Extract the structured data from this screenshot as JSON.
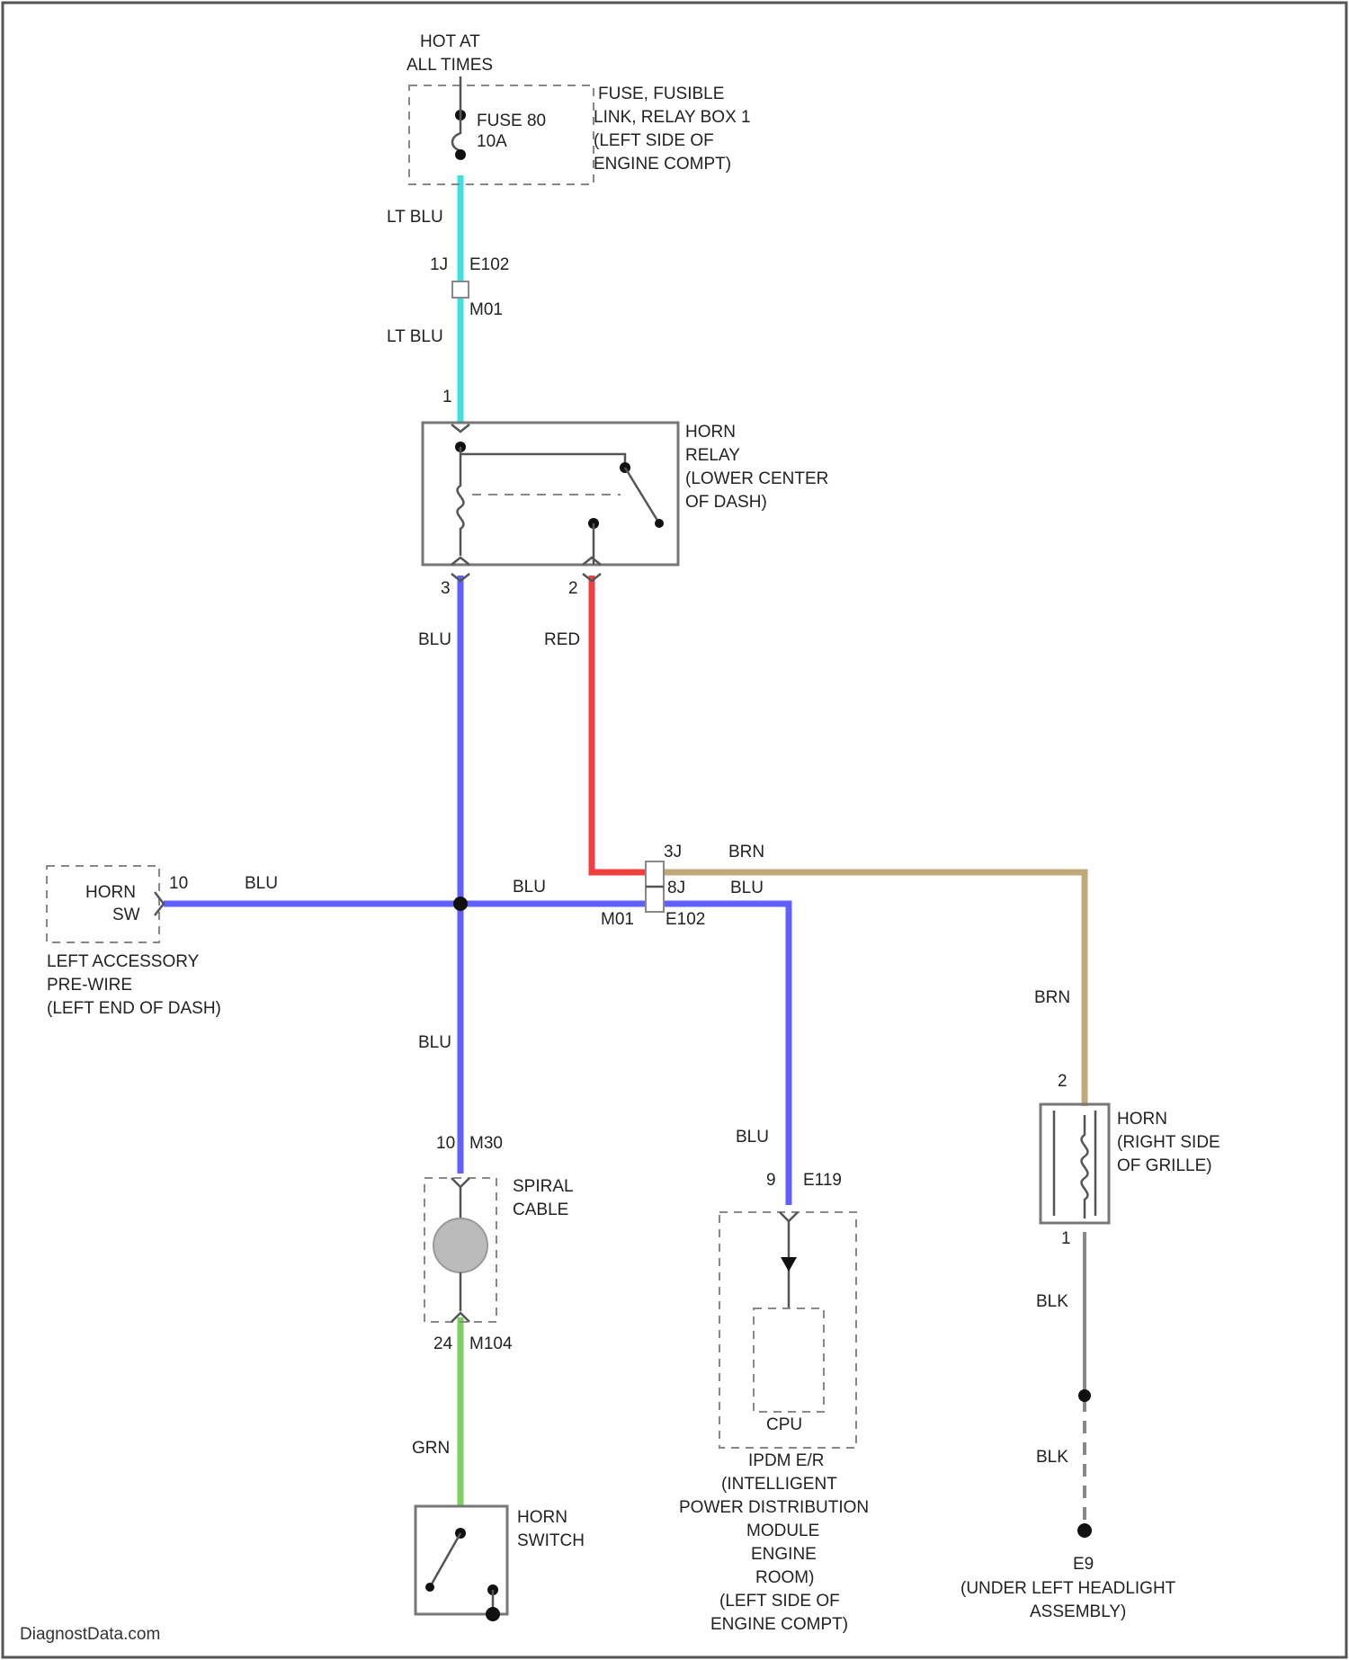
{
  "colors": {
    "lt_blu": "#3fe0e0",
    "blu": "#6060ff",
    "red": "#f04040",
    "brn": "#c0a878",
    "grn": "#80d060",
    "blk": "#888888"
  },
  "top": {
    "line1": "HOT AT",
    "line2": "ALL TIMES"
  },
  "fuse": {
    "name": "FUSE 80",
    "rating": "10A"
  },
  "fuse_box": {
    "line1": "FUSE, FUSIBLE",
    "line2": "LINK, RELAY BOX 1",
    "line3": "(LEFT SIDE OF",
    "line4": "ENGINE COMPT)"
  },
  "wires": {
    "lt_blu_upper": "LT BLU",
    "lt_blu_lower": "LT BLU",
    "blu_relay": "BLU",
    "red_relay": "RED",
    "blu_horn_sw": "BLU",
    "blu_right": "BLU",
    "blu_down": "BLU",
    "blu_ipdm": "BLU",
    "blu_e102": "BLU",
    "brn_top": "BRN",
    "brn_right": "BRN",
    "grn": "GRN",
    "blk_upper": "BLK",
    "blk_lower": "BLK"
  },
  "connectors": {
    "e102_top_pin": "1J",
    "e102_top_name": "E102",
    "m01_top": "M01",
    "relay_pin1": "1",
    "relay_pin3": "3",
    "relay_pin2": "2",
    "horn_sw_pin": "10",
    "e102_mid_pin_a": "3J",
    "e102_mid_pin_b": "8J",
    "m01_mid": "M01",
    "e102_mid_name": "E102",
    "m30_pin": "10",
    "m30_name": "M30",
    "m104_pin": "24",
    "m104_name": "M104",
    "e119_pin": "9",
    "e119_name": "E119",
    "horn_pin2": "2",
    "horn_pin1": "1"
  },
  "horn_relay": {
    "line1": "HORN",
    "line2": "RELAY",
    "line3": "(LOWER CENTER",
    "line4": "OF DASH)"
  },
  "horn_sw_box": {
    "line1": "HORN",
    "line2": "SW"
  },
  "left_accessory": {
    "line1": "LEFT ACCESSORY",
    "line2": "PRE-WIRE",
    "line3": "(LEFT END OF DASH)"
  },
  "spiral_cable": {
    "line1": "SPIRAL",
    "line2": "CABLE"
  },
  "ipdm": {
    "cpu": "CPU",
    "line1": "IPDM E/R",
    "line2": "(INTELLIGENT",
    "line3": "POWER DISTRIBUTION",
    "line4": "MODULE",
    "line5": "ENGINE",
    "line6": "ROOM)",
    "line7": "(LEFT SIDE OF",
    "line8": "ENGINE COMPT)"
  },
  "horn": {
    "line1": "HORN",
    "line2": "(RIGHT SIDE",
    "line3": "OF GRILLE)"
  },
  "ground": {
    "name": "E9",
    "line1": "(UNDER LEFT HEADLIGHT",
    "line2": "ASSEMBLY)"
  },
  "horn_switch": {
    "line1": "HORN",
    "line2": "SWITCH"
  },
  "footer": "DiagnostData.com"
}
